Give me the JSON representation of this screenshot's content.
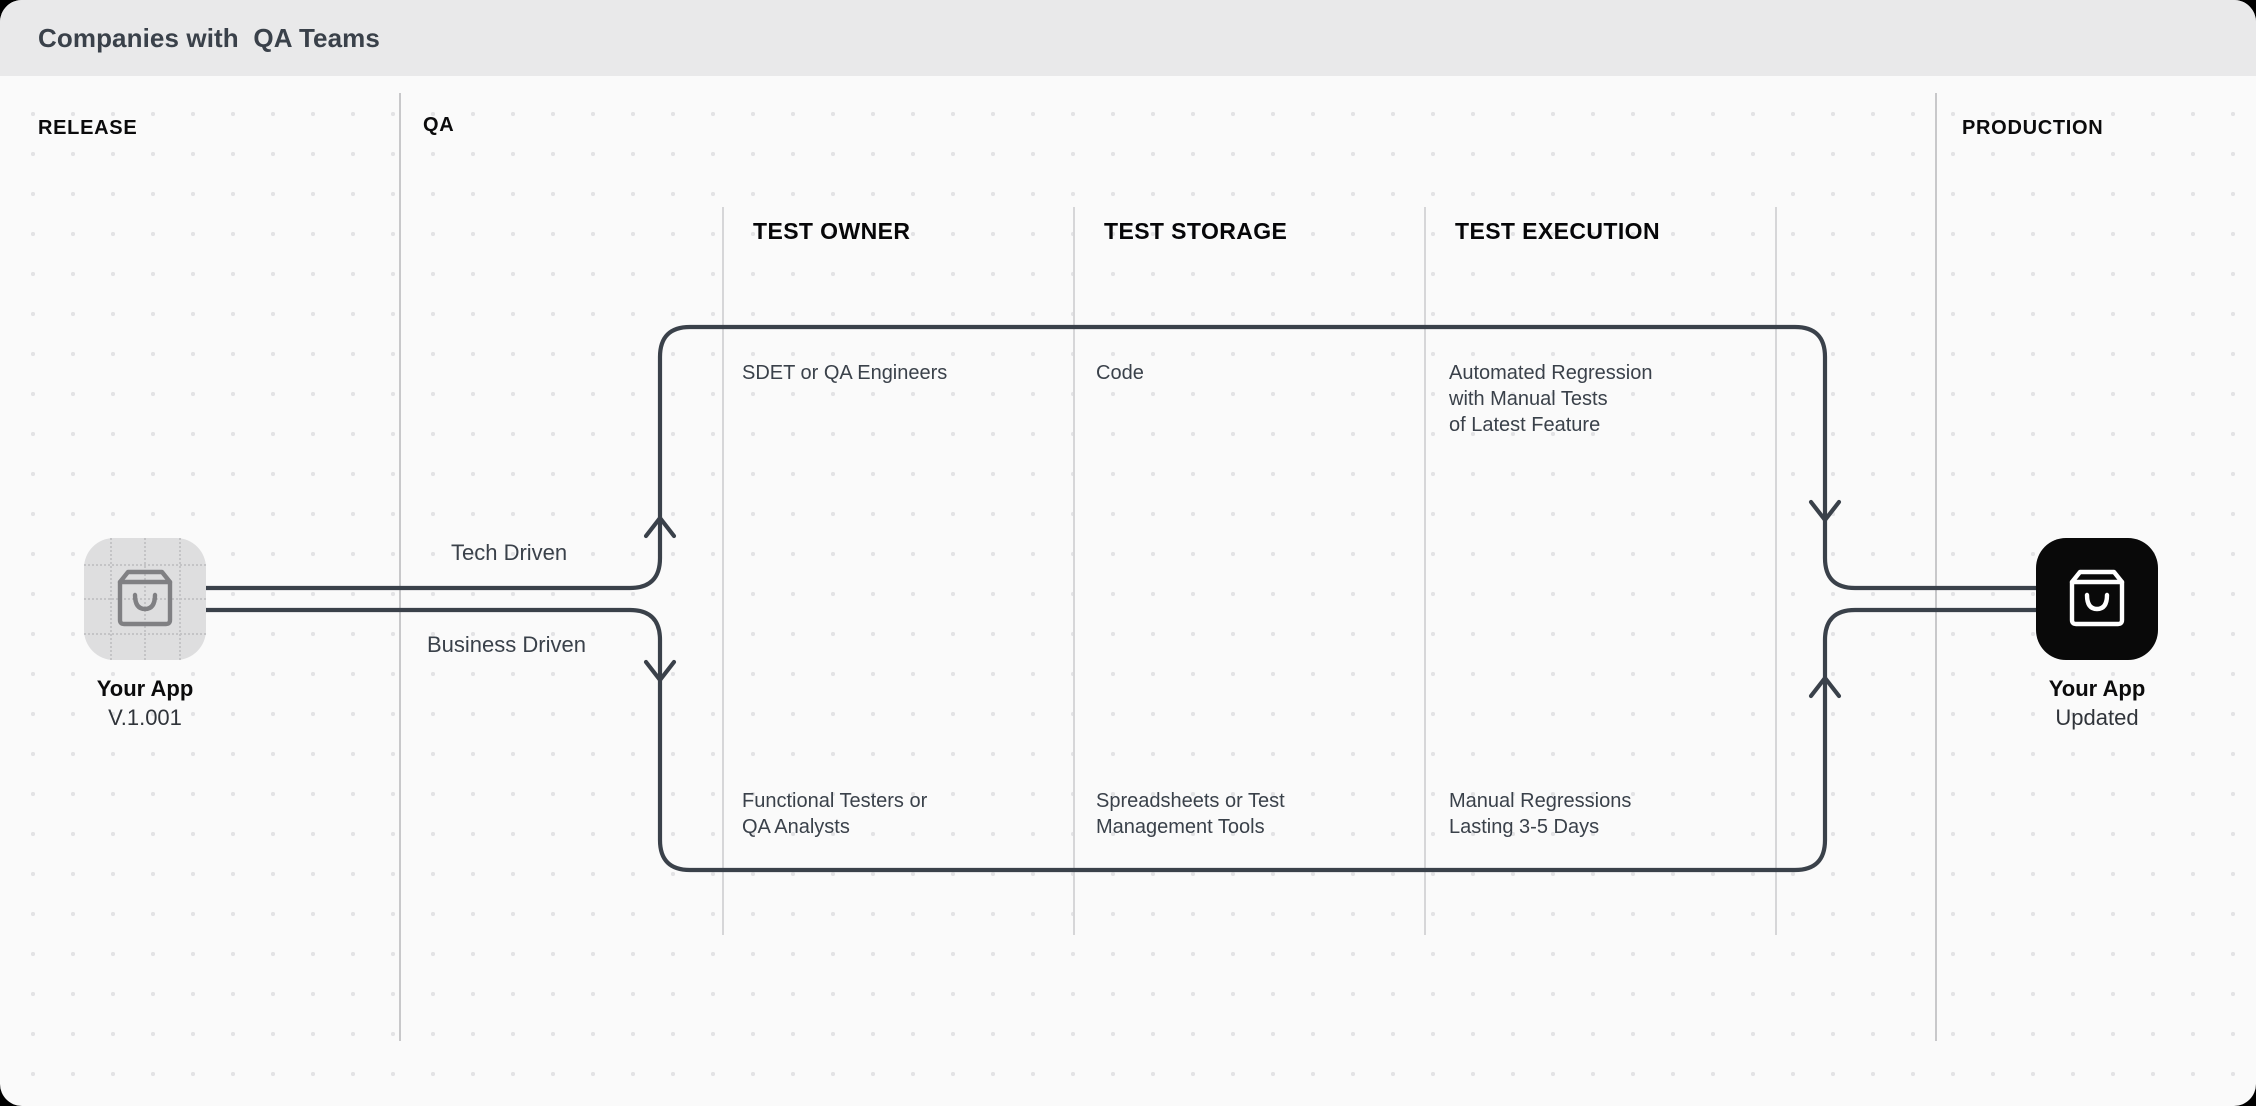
{
  "header": {
    "title": "Companies with  QA Teams"
  },
  "lanes": [
    {
      "id": "release",
      "label": "RELEASE"
    },
    {
      "id": "qa",
      "label": "QA"
    },
    {
      "id": "production",
      "label": "PRODUCTION"
    }
  ],
  "columns": [
    {
      "id": "test-owner",
      "label": "TEST OWNER"
    },
    {
      "id": "test-storage",
      "label": "TEST STORAGE"
    },
    {
      "id": "test-execution",
      "label": "TEST EXECUTION"
    }
  ],
  "rows": [
    {
      "id": "tech-driven",
      "branch_label": "Tech Driven",
      "cells": {
        "test_owner": "SDET or QA Engineers",
        "test_storage": "Code",
        "test_execution": "Automated Regression\nwith Manual Tests\nof Latest Feature"
      }
    },
    {
      "id": "business-driven",
      "branch_label": "Business Driven",
      "cells": {
        "test_owner": "Functional Testers or\nQA Analysts",
        "test_storage": "Spreadsheets or Test\nManagement Tools",
        "test_execution": "Manual Regressions\nLasting 3-5 Days"
      }
    }
  ],
  "nodes": {
    "source": {
      "icon": "shopping-bag-icon",
      "name": "Your App",
      "sub": "V.1.001",
      "style": "ghost"
    },
    "target": {
      "icon": "shopping-bag-icon",
      "name": "Your App",
      "sub": "Updated",
      "style": "solid"
    }
  },
  "colors": {
    "canvas_bg": "#fafafa",
    "titlebar_bg": "#e9e9ea",
    "grid_dot": "#e3e3e5",
    "wire": "#3a414a",
    "lane_divider": "#c8c8ca",
    "column_divider": "#d6d6d8",
    "node_ghost": "#dededf",
    "node_solid": "#090909",
    "heading_text": "#060608",
    "body_text": "#3a414a"
  }
}
